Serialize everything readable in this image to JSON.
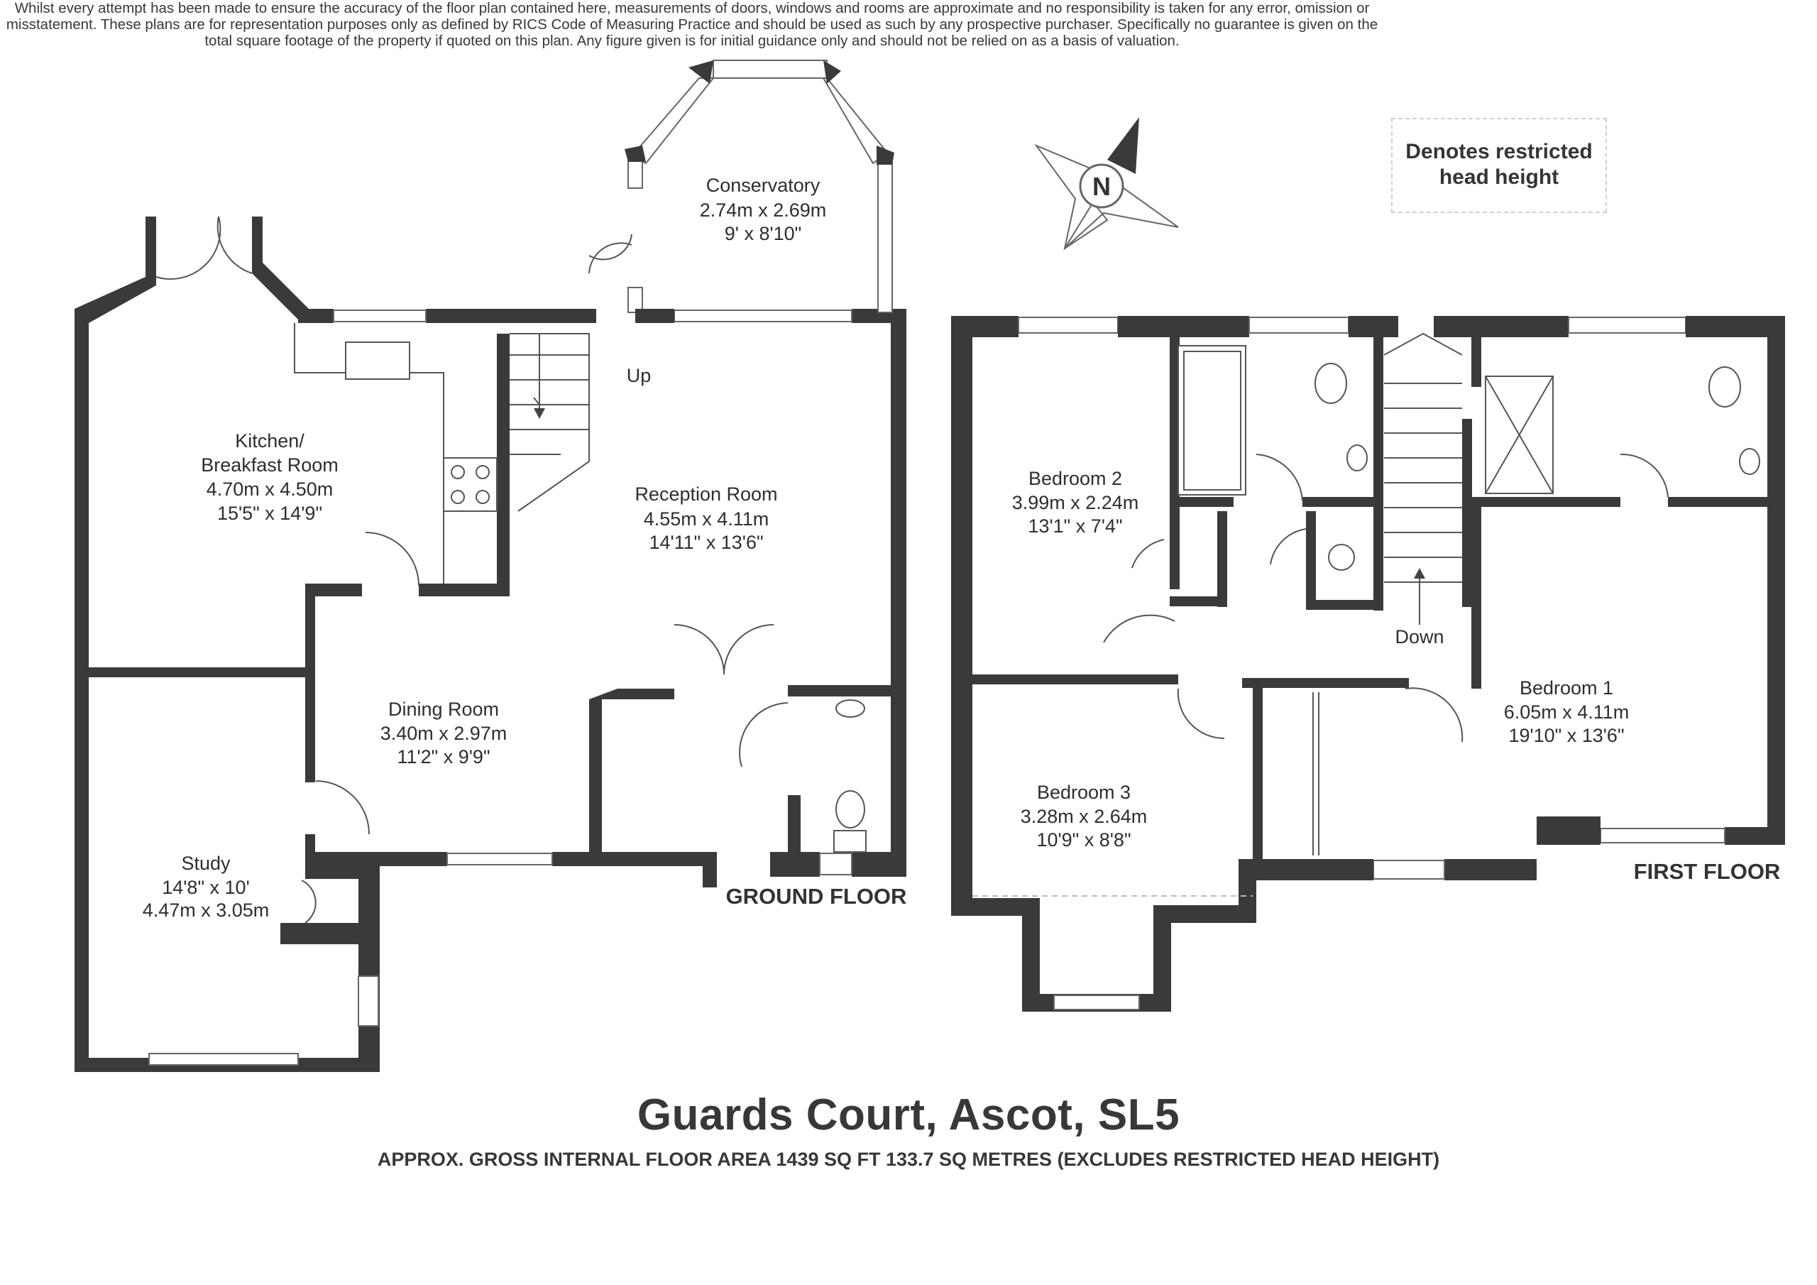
{
  "rooms": {
    "conservatory": {
      "name": "Conservatory",
      "metric": "2.74m x 2.69m",
      "imperial": "9' x 8'10\""
    },
    "kitchen": {
      "name_line1": "Kitchen/",
      "name_line2": "Breakfast Room",
      "metric": "4.70m x 4.50m",
      "imperial": "15'5\" x 14'9\""
    },
    "reception": {
      "name": "Reception Room",
      "metric": "4.55m x 4.11m",
      "imperial": "14'11\" x 13'6\""
    },
    "dining": {
      "name": "Dining Room",
      "metric": "3.40m x 2.97m",
      "imperial": "11'2\" x 9'9\""
    },
    "study": {
      "name": "Study",
      "imperial": "14'8\" x 10'",
      "metric": "4.47m x 3.05m"
    },
    "bedroom2": {
      "name": "Bedroom 2",
      "metric": "3.99m x 2.24m",
      "imperial": "13'1\" x 7'4\""
    },
    "bedroom3": {
      "name": "Bedroom 3",
      "metric": "3.28m x 2.64m",
      "imperial": "10'9\" x 8'8\""
    },
    "bedroom1": {
      "name": "Bedroom 1",
      "metric": "6.05m x 4.11m",
      "imperial": "19'10\" x 13'6\""
    }
  },
  "stairs": {
    "up_label": "Up",
    "down_label": "Down"
  },
  "floors": {
    "ground": "GROUND FLOOR",
    "first": "FIRST FLOOR"
  },
  "compass": {
    "letter": "N"
  },
  "legend": {
    "line1": "Denotes restricted",
    "line2": "head height"
  },
  "title": "Guards Court, Ascot, SL5",
  "subtitle": "APPROX. GROSS INTERNAL FLOOR AREA 1439 SQ FT 133.7 SQ METRES (EXCLUDES RESTRICTED HEAD HEIGHT)",
  "disclaimer": "Whilst every attempt has been made to ensure the accuracy of the floor plan contained here, measurements of doors, windows and rooms are approximate and no responsibility is taken for any error, omission or misstatement. These plans are for representation purposes only as defined by RICS Code of Measuring Practice and should be used as such by any prospective purchaser. Specifically no guarantee is given on the total square footage of the property if quoted on this plan. Any figure given is for initial guidance only and should not be relied on as a basis of valuation."
}
